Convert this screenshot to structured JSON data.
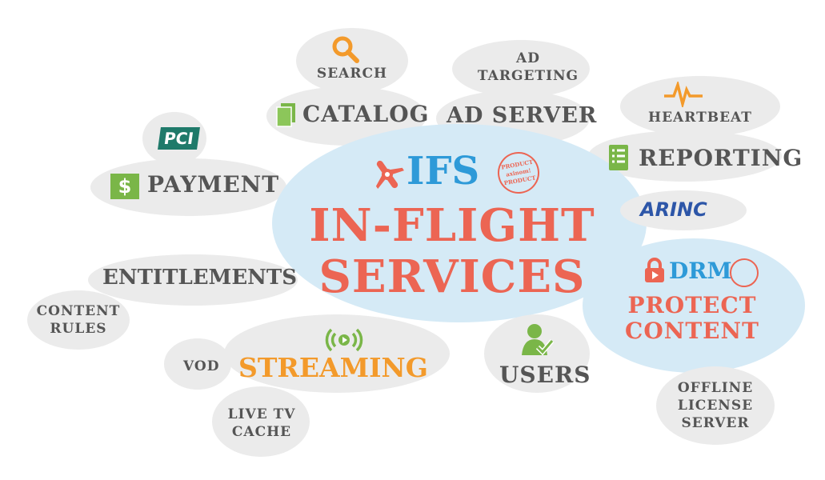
{
  "center": {
    "logo": "IFS",
    "stamp": "PRODUCT axinom! PRODUCT",
    "title_line1": "IN-FLIGHT",
    "title_line2": "SERVICES"
  },
  "drm": {
    "logo": "DRM",
    "title_line1": "PROTECT",
    "title_line2": "CONTENT"
  },
  "nodes": {
    "search": "SEARCH",
    "ad_targeting_1": "AD",
    "ad_targeting_2": "TARGETING",
    "catalog": "CATALOG",
    "ad_server": "AD SERVER",
    "heartbeat": "HEARTBEAT",
    "reporting": "REPORTING",
    "pci": "PCI",
    "payment": "PAYMENT",
    "arinc": "ARINC",
    "entitlements": "ENTITLEMENTS",
    "content_rules_1": "CONTENT",
    "content_rules_2": "RULES",
    "streaming": "STREAMING",
    "vod": "VOD",
    "live_tv_1": "LIVE TV",
    "live_tv_2": "CACHE",
    "users": "USERS",
    "offline_1": "OFFLINE",
    "offline_2": "LICENSE",
    "offline_3": "SERVER"
  },
  "colors": {
    "red": "#ec6553",
    "blue": "#2e9ad8",
    "orange": "#f39a2b",
    "green": "#7ab648",
    "gray": "#555555",
    "navy": "#2d56a8"
  }
}
